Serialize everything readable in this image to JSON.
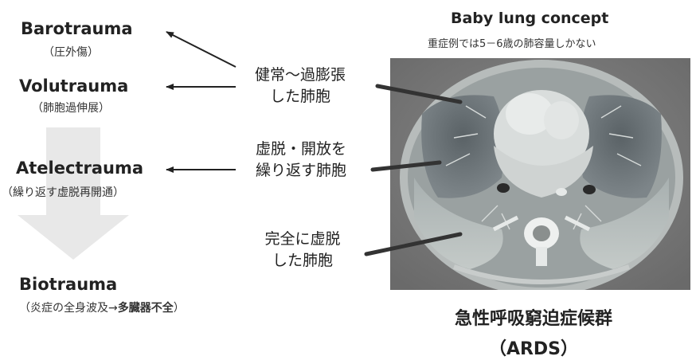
{
  "traumas": [
    {
      "title": "Barotrauma",
      "sub": "（圧外傷）"
    },
    {
      "title": "Volutrauma",
      "sub": "（肺胞過伸展）"
    },
    {
      "title": "Atelectrauma",
      "sub": "（繰り返す虚脱再開通）"
    },
    {
      "title": "Biotrauma",
      "sub_prefix": "（炎症の全身波及→",
      "sub_bold": "多臓器不全",
      "sub_suffix": "）"
    }
  ],
  "alveoli_labels": [
    {
      "line1": "健常～過膨張",
      "line2": "した肺胞"
    },
    {
      "line1": "虚脱・開放を",
      "line2": "繰り返す肺胞"
    },
    {
      "line1": "完全に虚脱",
      "line2": "した肺胞"
    }
  ],
  "baby_lung": {
    "title": "Baby lung concept",
    "subtitle": "重症例では5－6歳の肺容量しかない"
  },
  "ards": {
    "line1": "急性呼吸窮迫症候群",
    "line2": "（ARDS）"
  },
  "colors": {
    "text": "#222222",
    "big_arrow": "#e6e6e6",
    "connector_line": "#333333"
  }
}
